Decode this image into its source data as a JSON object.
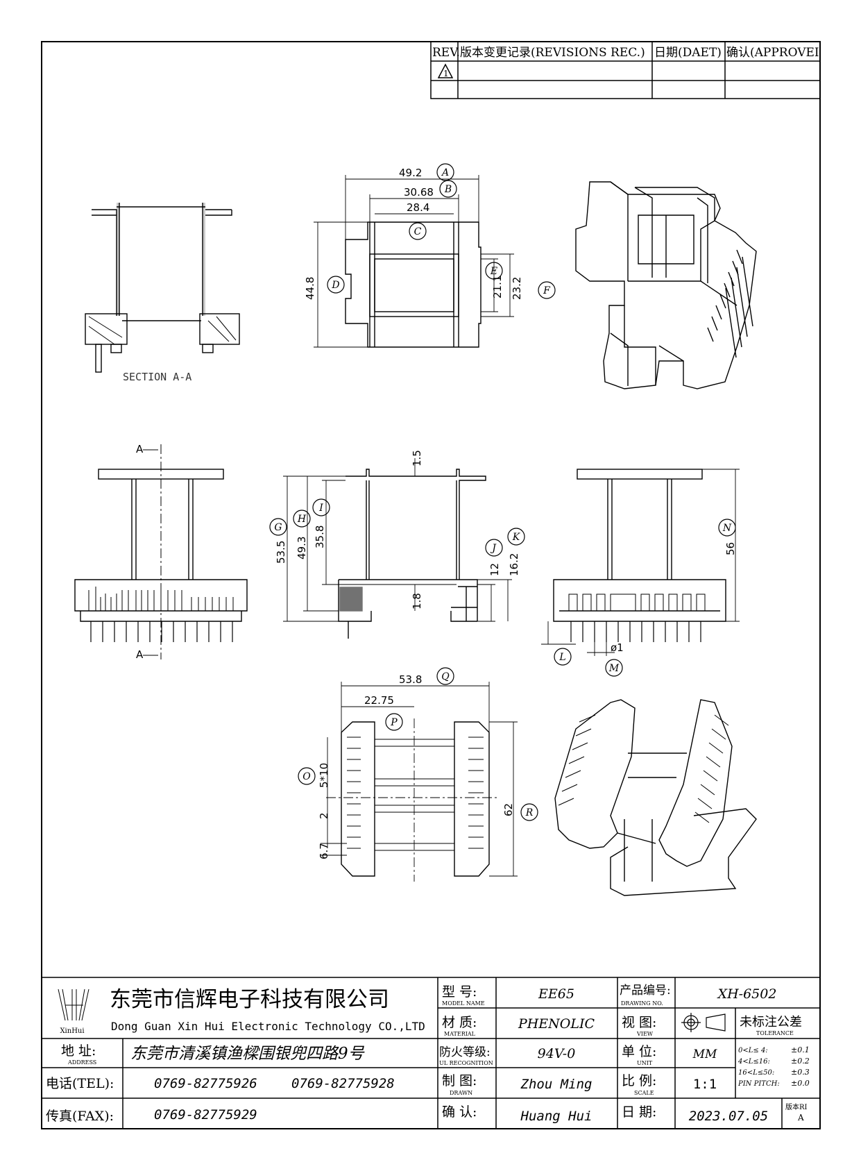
{
  "revision_table": {
    "rev_header": "REV.",
    "rec_header": "版本变更记录(REVISIONS REC.)",
    "date_header": "日期(DAET)",
    "approve_header": "确认(APPROVEI",
    "rev_mark": "1"
  },
  "views": {
    "section_label": "SECTION A-A",
    "section_mark_top": "A",
    "section_mark_bottom": "A"
  },
  "dimensions": {
    "A": "49.2",
    "B": "30.68",
    "C": "28.4",
    "D": "44.8",
    "E": "21.1",
    "F": "23.2",
    "G": "53.5",
    "H": "49.3",
    "I": "35.8",
    "J": "12",
    "K": "16.2",
    "top_flange": "1.5",
    "bottom_flange": "1.8",
    "N": "56",
    "M": "ø1",
    "Q": "53.8",
    "P": "22.75",
    "O": "5*10",
    "pitch": "2",
    "pin_offset": "6.7",
    "R": "62"
  },
  "callouts": [
    "A",
    "B",
    "C",
    "D",
    "E",
    "F",
    "G",
    "H",
    "I",
    "J",
    "K",
    "L",
    "M",
    "N",
    "O",
    "P",
    "Q",
    "R"
  ],
  "title_block": {
    "company_cn": "东莞市信辉电子科技有限公司",
    "company_en": "Dong Guan Xin Hui Electronic Technology CO.,LTD",
    "logo_text": "XinHui",
    "address_label": "地  址:",
    "address_label_en": "ADDRESS",
    "address": "东莞市清溪镇渔樑围银兜四路9号",
    "tel_label": "电话(TEL):",
    "tel1": "0769-82775926",
    "tel2": "0769-82775928",
    "fax_label": "传真(FAX):",
    "fax": "0769-82775929",
    "model_label": "型  号:",
    "model_label_en": "MODEL NAME",
    "model": "EE65",
    "material_label": "材  质:",
    "material_label_en": "MATERIAL",
    "material": "PHENOLIC",
    "ul_label": "防火等级:",
    "ul_label_en": "UL RECOGNITION",
    "ul": "94V-0",
    "drawn_label": "制  图:",
    "drawn_label_en": "DRAWN",
    "drawn": "Zhou Ming",
    "confirm_label": "确  认:",
    "confirm": "Huang Hui",
    "drawing_no_label": "产品编号:",
    "drawing_no_label_en": "DRAWING NO.",
    "drawing_no": "XH-6502",
    "view_label": "视  图:",
    "view_label_en": "VIEW",
    "unit_label": "单  位:",
    "unit_label_en": "UNIT",
    "unit": "MM",
    "scale_label": "比  例:",
    "scale_label_en": "SCALE",
    "scale": "1:1",
    "date_label": "日  期:",
    "date": "2023.07.05",
    "tolerance_label": "未标注公差",
    "tolerance_label_en": "TOLERANCE",
    "tol1": "0<L≤ 4:",
    "tol1v": "±0.1",
    "tol2": "4<L≤16:",
    "tol2v": "±0.2",
    "tol3": "16<L≤50:",
    "tol3v": "±0.3",
    "tol4": "PIN PITCH:",
    "tol4v": "±0.0",
    "version_label": "版本RI",
    "version": "A"
  }
}
